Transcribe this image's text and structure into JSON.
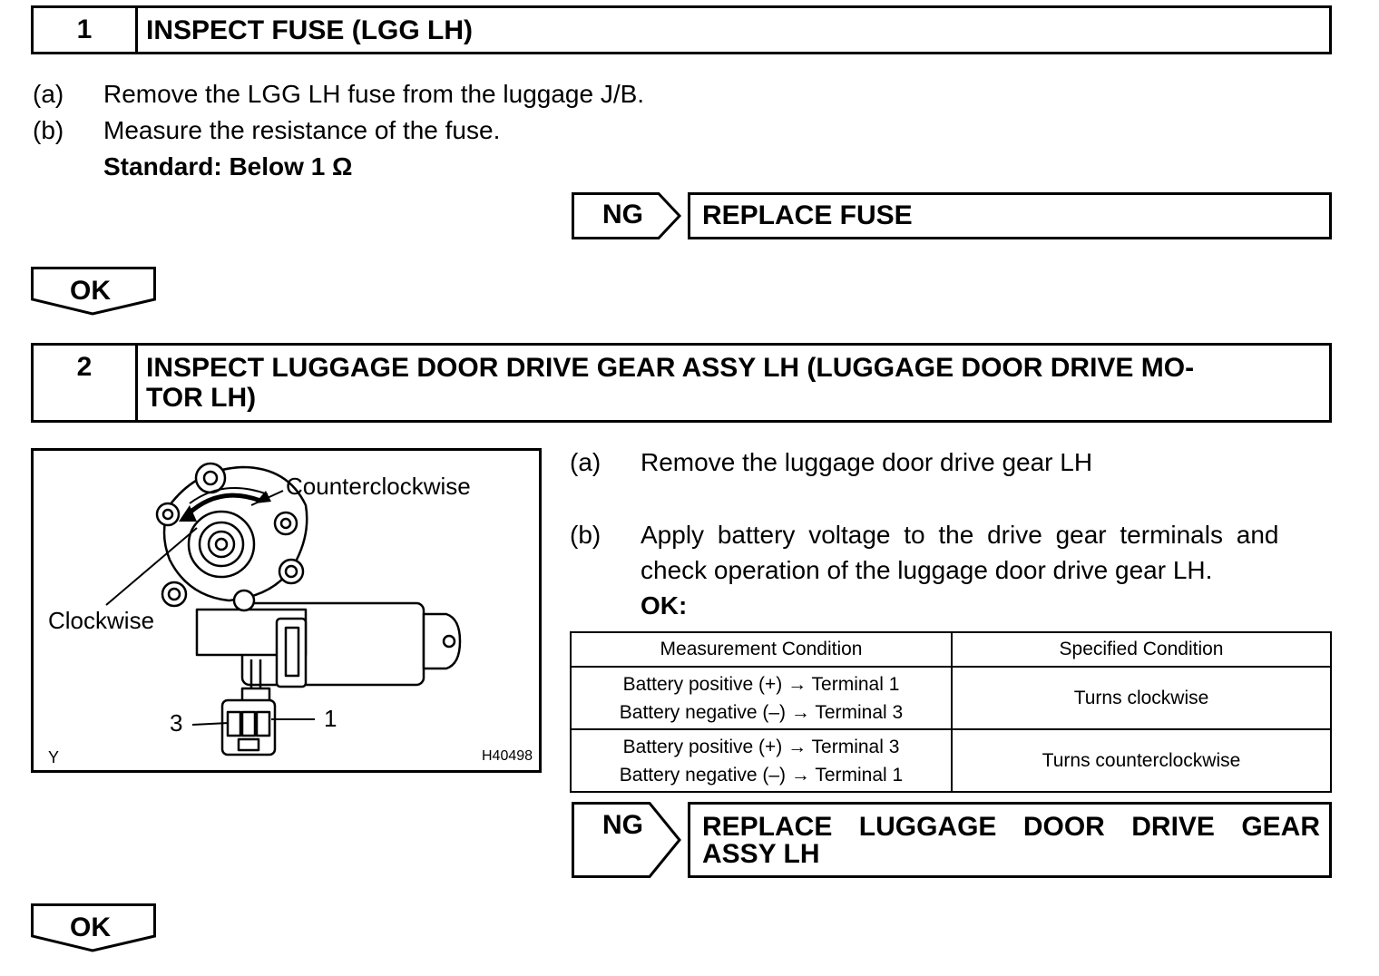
{
  "step1": {
    "number": "1",
    "title": "INSPECT FUSE (LGG LH)",
    "a_label": "(a)",
    "a_text": "Remove the LGG LH fuse from the luggage J/B.",
    "b_label": "(b)",
    "b_text": "Measure the resistance of the fuse.",
    "standard": "Standard: Below 1 Ω",
    "ng_label": "NG",
    "ng_action": "REPLACE FUSE",
    "ok_label": "OK"
  },
  "step2": {
    "number": "2",
    "title_line1": "INSPECT LUGGAGE DOOR DRIVE GEAR ASSY LH (LUGGAGE DOOR DRIVE MO-",
    "title_line2": "TOR LH)",
    "a_label": "(a)",
    "a_text": "Remove the luggage door drive gear LH",
    "b_label": "(b)",
    "b_text_line1": "Apply battery voltage to the drive gear terminals and",
    "b_text_line2": "check operation of the luggage door drive gear LH.",
    "ok_heading": "OK:",
    "table": {
      "headers": [
        "Measurement Condition",
        "Specified Condition"
      ],
      "rows": [
        {
          "cond_line1": "Battery positive (+) → Terminal 1",
          "cond_line2": "Battery negative (–) → Terminal 3",
          "spec": "Turns clockwise"
        },
        {
          "cond_line1": "Battery positive (+) → Terminal 3",
          "cond_line2": "Battery negative (–) → Terminal 1",
          "spec": "Turns counterclockwise"
        }
      ]
    },
    "ng_label": "NG",
    "ng_action_line1": "REPLACE LUGGAGE DOOR DRIVE GEAR",
    "ng_action_line2": "ASSY LH",
    "ok_label": "OK"
  },
  "diagram": {
    "label_ccw": "Counterclockwise",
    "label_cw": "Clockwise",
    "label_term3": "3",
    "label_term1": "1",
    "corner_left": "Y",
    "figure_id": "H40498"
  }
}
